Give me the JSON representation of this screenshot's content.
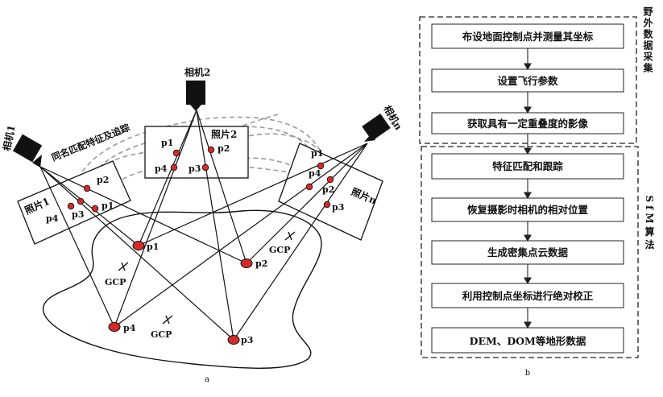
{
  "panel_a": {
    "caption": "a",
    "cameras": [
      "相机1",
      "相机2",
      "相机n"
    ],
    "photos": [
      "照片1",
      "照片2",
      "照片n"
    ],
    "matching_label": "同名匹配特征及追踪",
    "photo1_points": [
      "p2",
      "p4",
      "p3",
      "p1"
    ],
    "photo2_points": [
      "p1",
      "p2",
      "p4",
      "p3"
    ],
    "photon_points": [
      "p1",
      "p4",
      "p2",
      "p3"
    ],
    "ground_points": [
      "p1",
      "p2",
      "p4",
      "p3"
    ],
    "gcp": [
      "GCP",
      "GCP",
      "GCP"
    ]
  },
  "panel_b": {
    "caption": "b",
    "group1_label": "野外数据采集",
    "group2_label": "SfM算法",
    "steps": [
      "布设地面控制点并测量其坐标",
      "设置飞行参数",
      "获取具有一定重叠度的影像",
      "特征匹配和跟踪",
      "恢复摄影时相机的相对位置",
      "生成密集点云数据",
      "利用控制点坐标进行绝对校正",
      "DEM、DOM等地形数据"
    ]
  },
  "colors": {
    "point_red": "#d42a2a",
    "ink": "#111111",
    "track_gray": "#9a9a9a"
  }
}
